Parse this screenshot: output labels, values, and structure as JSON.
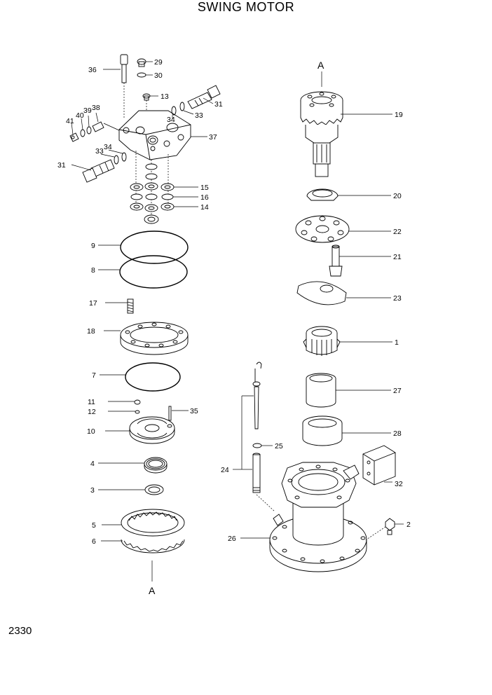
{
  "title": "SWING MOTOR",
  "page_number": "2330",
  "view_markers": {
    "top": "A",
    "bottom": "A"
  },
  "callouts": {
    "c1": "1",
    "c2": "2",
    "c3": "3",
    "c4": "4",
    "c5": "5",
    "c6": "6",
    "c7": "7",
    "c8": "8",
    "c9": "9",
    "c10": "10",
    "c11": "11",
    "c12": "12",
    "c13": "13",
    "c14": "14",
    "c15": "15",
    "c16": "16",
    "c17": "17",
    "c18": "18",
    "c19": "19",
    "c20": "20",
    "c21": "21",
    "c22": "22",
    "c23": "23",
    "c24": "24",
    "c25": "25",
    "c26": "26",
    "c27": "27",
    "c28": "28",
    "c29": "29",
    "c30": "30",
    "c31a": "31",
    "c31b": "31",
    "c32": "32",
    "c33a": "33",
    "c33b": "33",
    "c34a": "34",
    "c34b": "34",
    "c35": "35",
    "c36": "36",
    "c37": "37",
    "c38": "38",
    "c39": "39",
    "c40": "40",
    "c41": "41"
  }
}
